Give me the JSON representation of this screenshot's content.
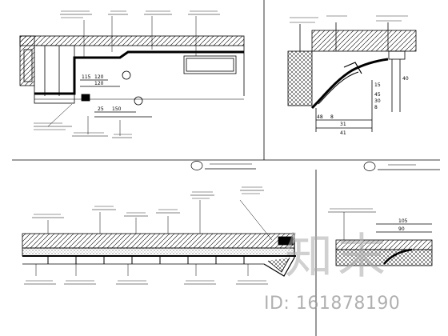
{
  "drawing": {
    "line_color": "#000000",
    "background": "#ffffff",
    "top_left": {
      "title": "",
      "marker": "",
      "dims": [
        "115",
        "120",
        "120",
        "150",
        "25"
      ]
    },
    "top_right": {
      "title": "",
      "marker": "",
      "dims": [
        "48",
        "8",
        "15",
        "40",
        "45",
        "30",
        "8",
        "31",
        "41"
      ]
    },
    "bottom_left": {
      "dims": []
    },
    "bottom_right": {
      "dims": [
        "105",
        "90"
      ]
    }
  },
  "watermark": {
    "brand": "知末",
    "id_text": "ID: 161878190",
    "color": "#aaaaaa"
  }
}
